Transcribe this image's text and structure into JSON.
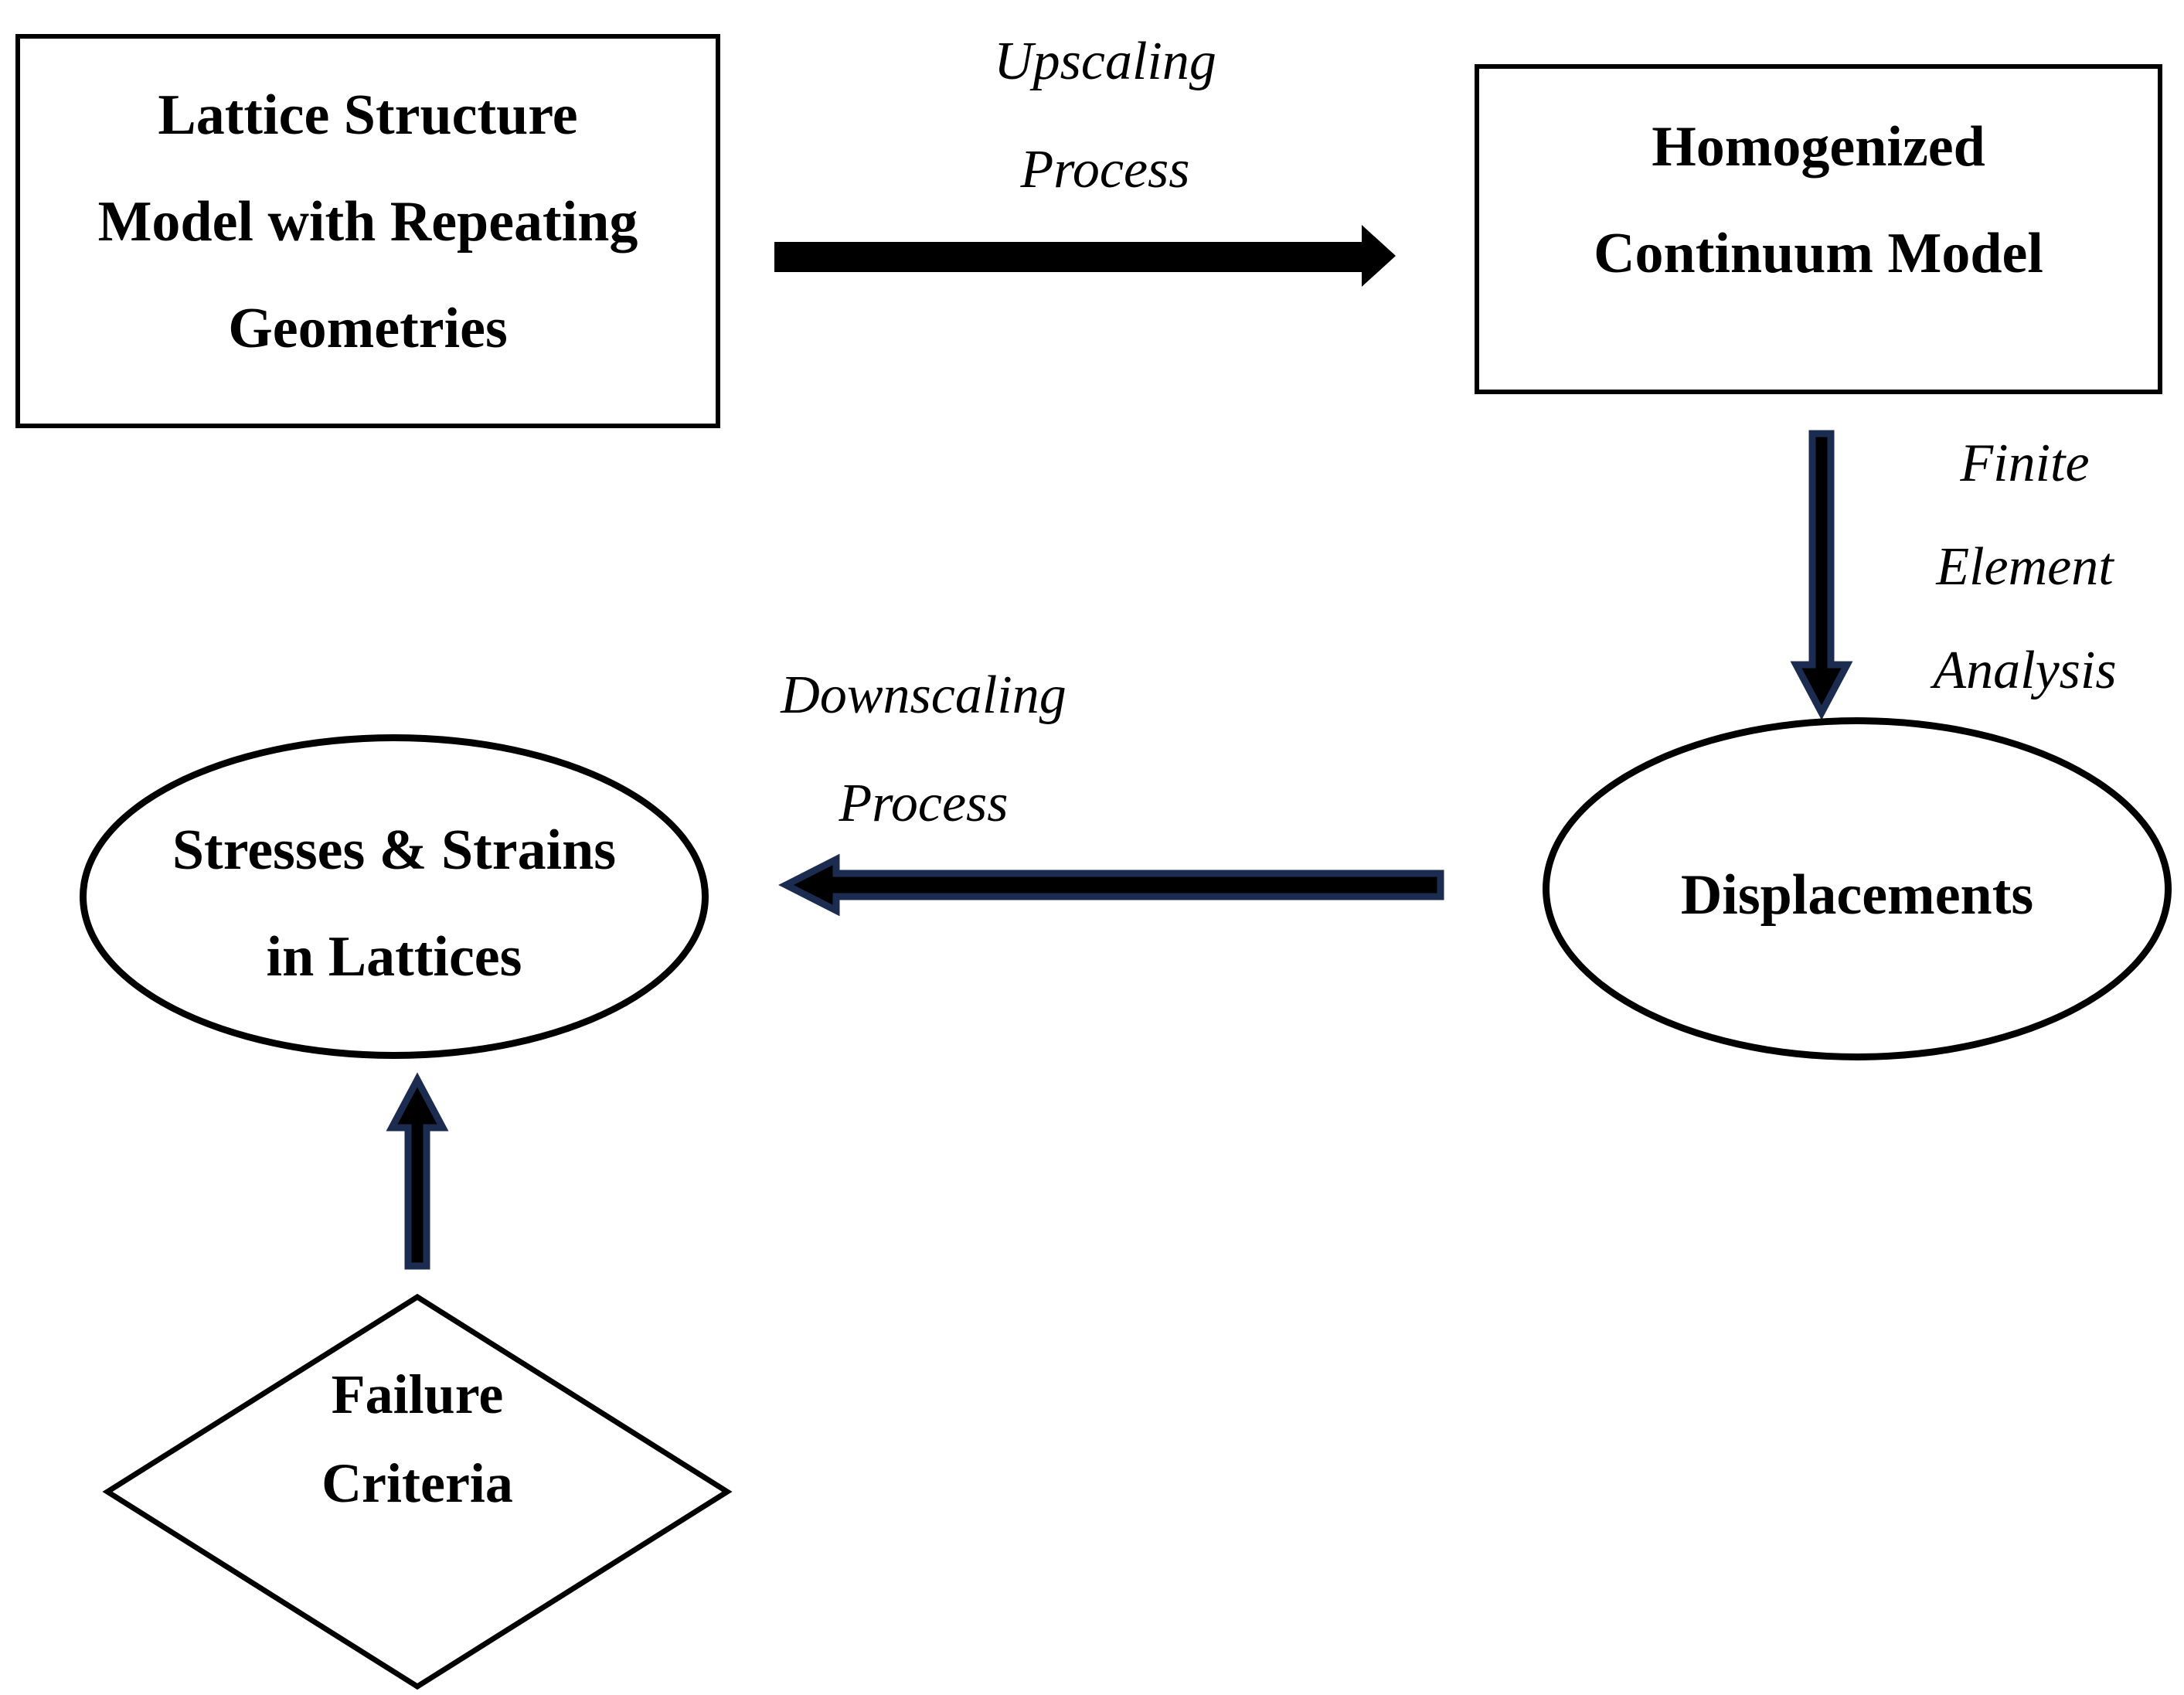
{
  "colors": {
    "shape_outline": "#000000",
    "arrow_black": "#000000",
    "arrow_navy": "#1b2c50"
  },
  "nodes": {
    "lattice_box": {
      "lines": [
        "Lattice Structure",
        "Model with Repeating",
        "Geometries"
      ]
    },
    "homogenized_box": {
      "lines": [
        "Homogenized",
        "Continuum Model"
      ]
    },
    "displacements_ellipse": {
      "lines": [
        "Displacements"
      ]
    },
    "stresses_ellipse": {
      "lines": [
        "Stresses & Strains",
        "in Lattices"
      ]
    },
    "failure_diamond": {
      "lines": [
        "Failure",
        "Criteria"
      ]
    }
  },
  "edge_labels": {
    "upscaling": {
      "lines": [
        "Upscaling",
        "Process"
      ]
    },
    "downscaling": {
      "lines": [
        "Downscaling",
        "Process"
      ]
    },
    "finite_element_analysis": {
      "lines": [
        "Finite",
        "Element",
        "Analysis"
      ]
    }
  }
}
